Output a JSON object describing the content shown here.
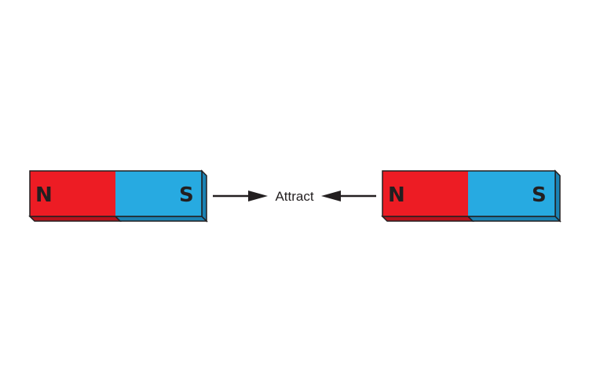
{
  "magnets": [
    {
      "north_label": "N",
      "south_label": "S"
    },
    {
      "north_label": "N",
      "south_label": "S"
    }
  ],
  "caption": "Attract",
  "colors": {
    "north": "#ed1c24",
    "south": "#27aae1",
    "north_side": "#b5121b",
    "south_side": "#1b82b3",
    "outline": "#231f20",
    "arrow": "#231f20"
  }
}
